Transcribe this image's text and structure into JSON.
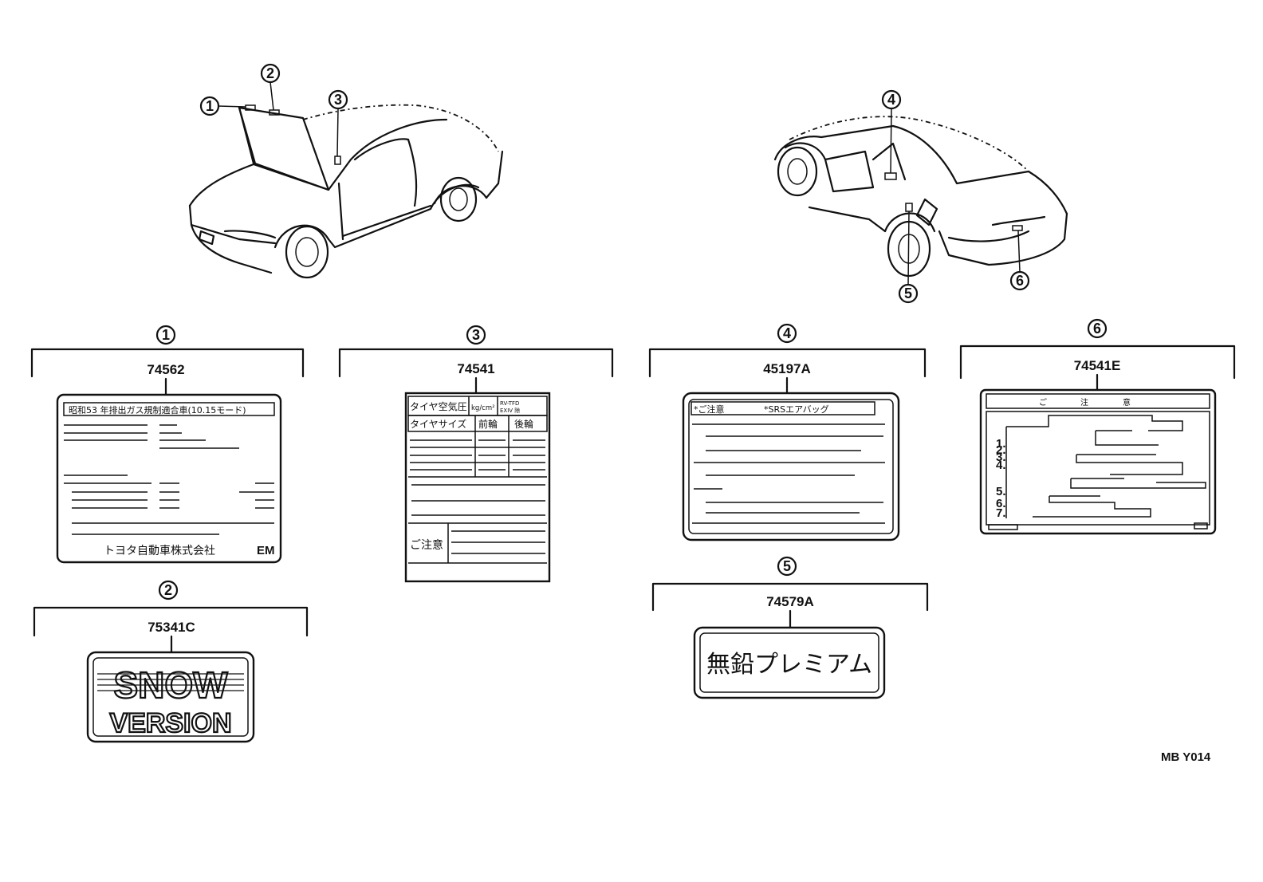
{
  "figure_code": "MB Y014",
  "callouts": [
    "1",
    "2",
    "3",
    "4",
    "5",
    "6"
  ],
  "parts": [
    {
      "ref": "1",
      "part_no": "74562"
    },
    {
      "ref": "2",
      "part_no": "75341C"
    },
    {
      "ref": "3",
      "part_no": "74541"
    },
    {
      "ref": "4",
      "part_no": "45197A"
    },
    {
      "ref": "5",
      "part_no": "74579A"
    },
    {
      "ref": "6",
      "part_no": "74541E"
    }
  ],
  "label_74562": {
    "header": "昭和53 年排出ガス規制適合車(10.15モード)",
    "maker": "トヨタ自動車株式会社",
    "code": "EM"
  },
  "label_75341C": {
    "line1": "SNOW",
    "line2": "VERSION"
  },
  "label_74541": {
    "title": "タイヤ空気圧",
    "unit": "kg/cm²",
    "grade_line1": "RV-TFD",
    "grade_line2": "EXIV 除",
    "col_size": "タイヤサイズ",
    "col_front": "前輪",
    "col_rear": "後輪",
    "caution": "ご注意"
  },
  "label_45197A": {
    "caution": "*ご注意",
    "srs": "*SRSエアバッグ"
  },
  "label_74579A": {
    "text": "無鉛プレミアム"
  },
  "label_74541E": {
    "title_chars": [
      "ご",
      "注",
      "意"
    ],
    "steps": [
      "1.",
      "2.",
      "3.",
      "4.",
      "5.",
      "6.",
      "7."
    ]
  }
}
